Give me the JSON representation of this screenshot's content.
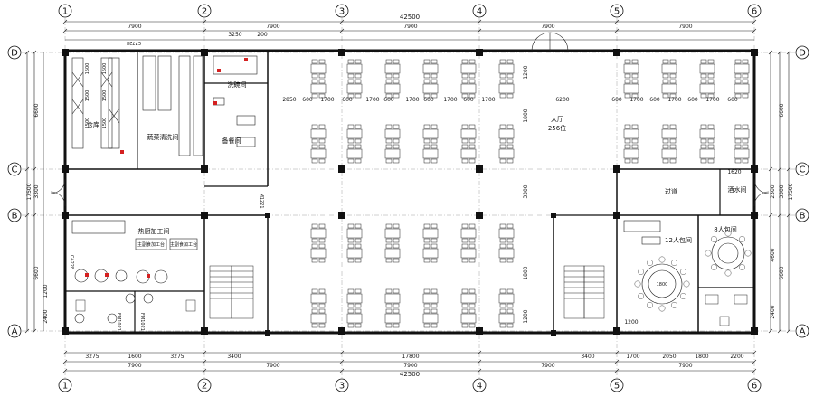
{
  "axes_top": [
    "1",
    "2",
    "3",
    "4",
    "5",
    "6"
  ],
  "axes_side": [
    "D",
    "C",
    "B",
    "A"
  ],
  "dims_top": {
    "overall": "42500",
    "bays": [
      "7900",
      "7900",
      "7900",
      "7900",
      "7900"
    ],
    "sub": [
      "3250",
      "200"
    ]
  },
  "dims_bottom": {
    "overall": "42500",
    "bays": [
      "7900",
      "7900",
      "7900",
      "7900",
      "7900"
    ],
    "sub": [
      "3275",
      "1600",
      "3275",
      "3400",
      "17800",
      "3400",
      "1700",
      "2050",
      "1800",
      "2200"
    ]
  },
  "dims_left": {
    "overall": "17500",
    "bays": [
      "6600",
      "3300",
      "6600"
    ],
    "sub": [
      "2400",
      "1200"
    ]
  },
  "dims_right": {
    "overall": "17500",
    "bays": [
      "6600",
      "3300",
      "6600"
    ],
    "sub": [
      "2300",
      "4600",
      "2400"
    ]
  },
  "dims_interior": {
    "hall_row": [
      "2850",
      "600",
      "1700",
      "600",
      "1700",
      "600",
      "1700",
      "600",
      "1700",
      "600",
      "1700"
    ],
    "hall_right": "6200",
    "right_row": [
      "600",
      "1700",
      "600",
      "1700",
      "600",
      "1700",
      "600"
    ],
    "vertical_mid": [
      "1200",
      "1800",
      "3300",
      "1800",
      "1200"
    ],
    "right_small": "1620",
    "bottom_note": "1200"
  },
  "doors": [
    "C7728",
    "C4228",
    "M1221",
    "FM1021",
    "FM1021"
  ],
  "rooms": {
    "warehouse": "仓库",
    "veg_wash": "蔬菜清洗间",
    "dish_wash": "洗碗间",
    "prep": "备餐间",
    "hot_kitchen": "热厨加工间",
    "hall": "大厅",
    "hall_seats": "256位",
    "corridor": "过道",
    "liquor": "酒水间",
    "private12": "12人包间",
    "private8": "8人包间",
    "counter1": "主副食加工台",
    "counter2": "主副食加工台"
  },
  "shelves": [
    "1500",
    "1500",
    "1500",
    "1500",
    "1500",
    "1500"
  ],
  "table_label": "1800"
}
